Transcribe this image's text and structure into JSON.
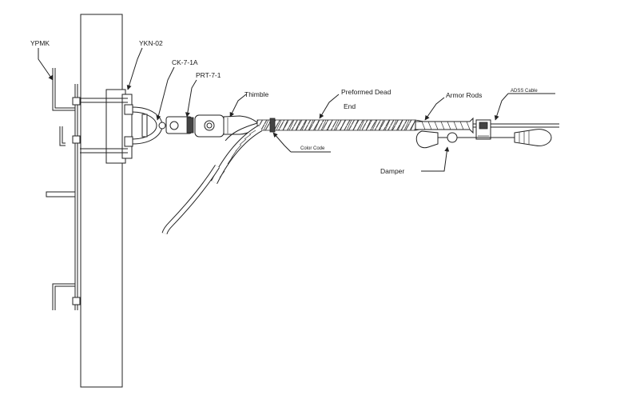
{
  "diagram": {
    "labels": {
      "ypmk": "YPMK",
      "ykn": "YKN-02",
      "ck": "CK-7-1A",
      "prt": "PRT-7-1",
      "thimble": "Thimble",
      "preformed_line1": "Preformed Dead",
      "preformed_line2": "End",
      "armor_rods": "Armor Rods",
      "adss_cable": "ADSS Cable",
      "color_code": "Color Code",
      "damper": "Damper"
    }
  }
}
